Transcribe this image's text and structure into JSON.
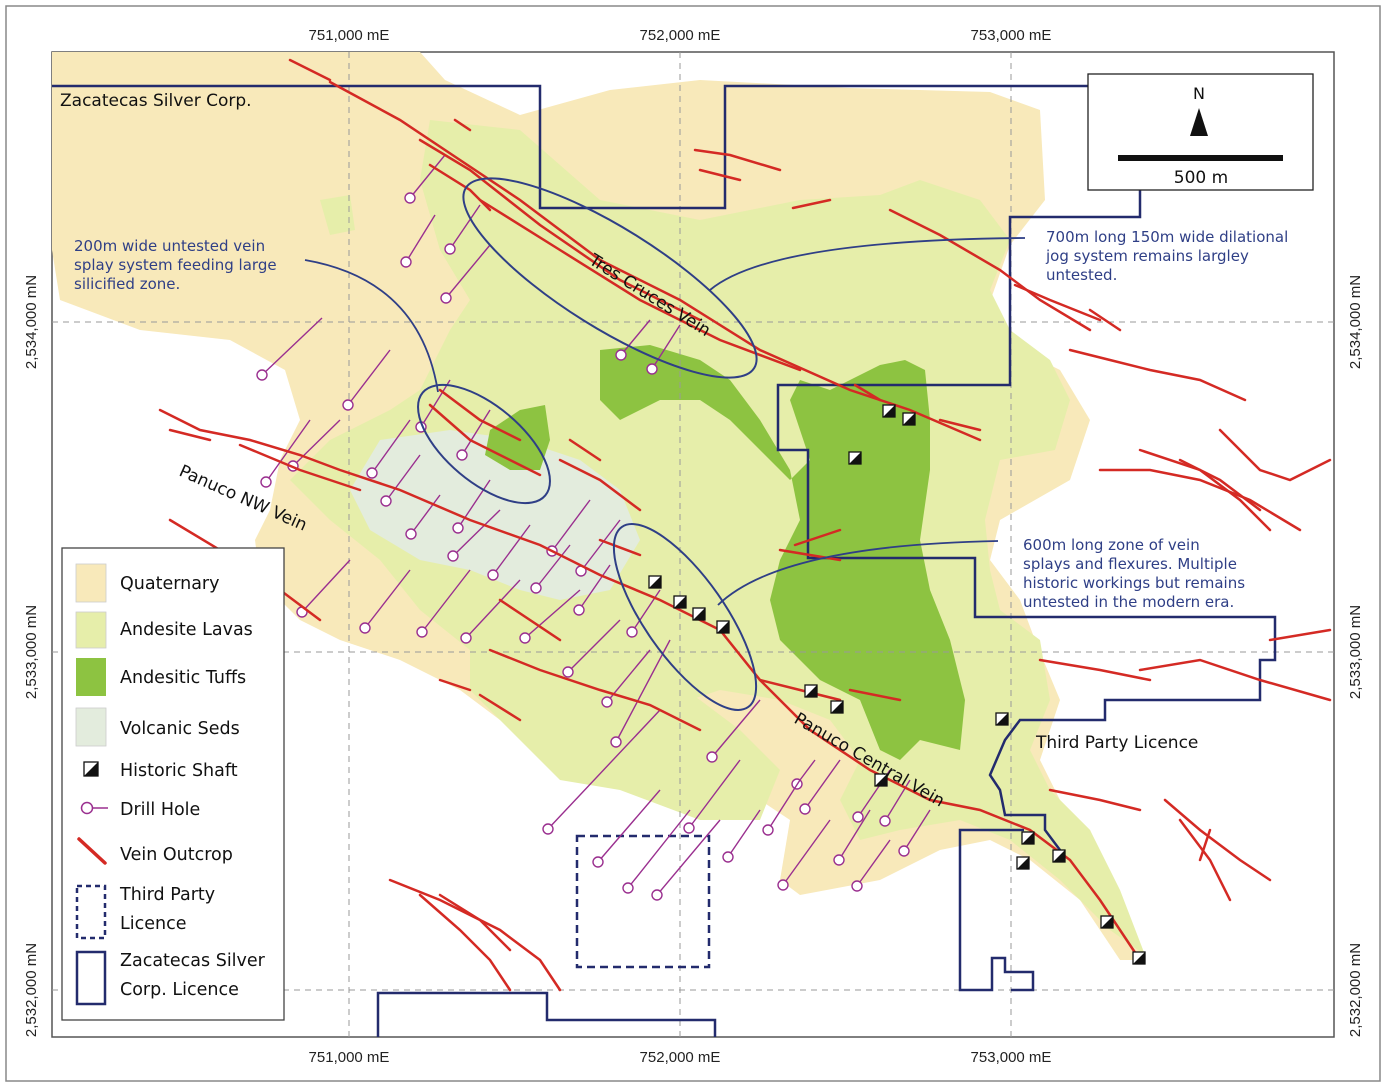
{
  "map": {
    "easting_labels": [
      "751,000 mE",
      "752,000 mE",
      "753,000 mE"
    ],
    "northing_labels": [
      "2,534,000 mN",
      "2,533,000 mN",
      "2,532,000 mN"
    ],
    "company_label": "Zacatecas Silver Corp.",
    "third_party_label": "Third Party Licence",
    "veins": {
      "tres_cruces": "Tres Cruces Vein",
      "panuco_nw": "Panuco NW Vein",
      "panuco_central": "Panuco Central Vein"
    },
    "annotations": {
      "left": [
        "200m wide untested vein",
        "splay system feeding large",
        "silicified zone."
      ],
      "top_right": [
        "700m long 150m wide dilational",
        "jog system remains largley",
        "untested."
      ],
      "mid_right": [
        "600m long zone of vein",
        "splays and flexures. Multiple",
        "historic workings but remains",
        "untested in the modern era."
      ]
    },
    "north_label": "N",
    "scale_label": "500 m",
    "colors": {
      "quaternary": "#f8e9ba",
      "andesite_lavas": "#e6eeaa",
      "andesitic_tuffs": "#8dc341",
      "volcanic_seds": "#e3ecdd",
      "vein": "#d42a24",
      "licence_line": "#232b6d",
      "annotation": "#2f3f86",
      "drill_hole": "#9a2f8f"
    }
  },
  "legend": {
    "items": [
      {
        "label": [
          "Quaternary"
        ],
        "symbol": "quaternary-swatch"
      },
      {
        "label": [
          "Andesite Lavas"
        ],
        "symbol": "andesite-lavas-swatch"
      },
      {
        "label": [
          "Andesitic Tuffs"
        ],
        "symbol": "andesitic-tuffs-swatch"
      },
      {
        "label": [
          "Volcanic Seds"
        ],
        "symbol": "volcanic-seds-swatch"
      },
      {
        "label": [
          "Historic Shaft"
        ],
        "symbol": "historic-shaft-icon"
      },
      {
        "label": [
          "Drill Hole"
        ],
        "symbol": "drill-hole-icon"
      },
      {
        "label": [
          "Vein Outcrop"
        ],
        "symbol": "vein-outcrop-icon"
      },
      {
        "label": [
          "Third Party",
          "Licence"
        ],
        "symbol": "third-party-licence-icon"
      },
      {
        "label": [
          "Zacatecas Silver",
          "Corp. Licence"
        ],
        "symbol": "zacatecas-licence-icon"
      }
    ]
  }
}
